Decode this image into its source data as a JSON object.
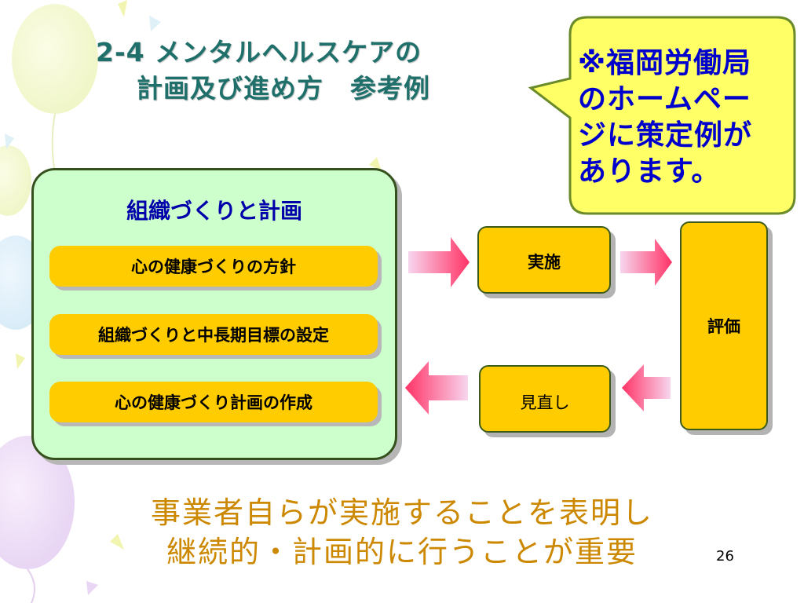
{
  "slide": {
    "title_line1": "2-4 メンタルヘルスケアの",
    "title_line2": "計画及び進め方　参考例",
    "callout_lines": [
      "※福岡労働局",
      "のホームペー",
      "ジに策定例が",
      "あります。"
    ],
    "panel_title": "組織づくりと計画",
    "panel_items": [
      "心の健康づくりの方針",
      "組織づくりと中長期目標の設定",
      "心の健康づくり計画の作成"
    ],
    "step_implement": "実施",
    "step_evaluate": "評価",
    "step_review": "見直し",
    "message_lines": [
      "事業者自らが実施することを表明し",
      "継続的・計画的に行うことが重要"
    ],
    "page_number": "26"
  },
  "colors": {
    "title": "#1f6f6a",
    "callout_fill": "#ffff66",
    "callout_text": "#0000cc",
    "panel_fill": "#ccffcc",
    "box_fill": "#ffcc00",
    "arrow": "#ff3366",
    "message": "#cc8800"
  }
}
